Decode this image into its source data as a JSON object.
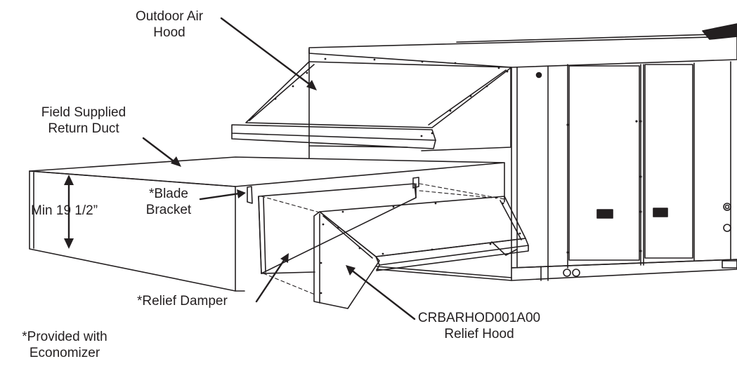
{
  "labels": {
    "outdoor_air_hood": [
      "Outdoor Air",
      "Hood"
    ],
    "field_supplied_return_duct": [
      "Field Supplied",
      "Return Duct"
    ],
    "min_dimension": "Min 19 1/2”",
    "blade_bracket": [
      "*Blade",
      "Bracket"
    ],
    "relief_damper": "*Relief Damper",
    "relief_hood": [
      "CRBARHOD001A00",
      "Relief Hood"
    ],
    "provided_note": [
      "*Provided with",
      "Economizer"
    ]
  },
  "colors": {
    "line": "#231f20",
    "background": "#ffffff"
  }
}
